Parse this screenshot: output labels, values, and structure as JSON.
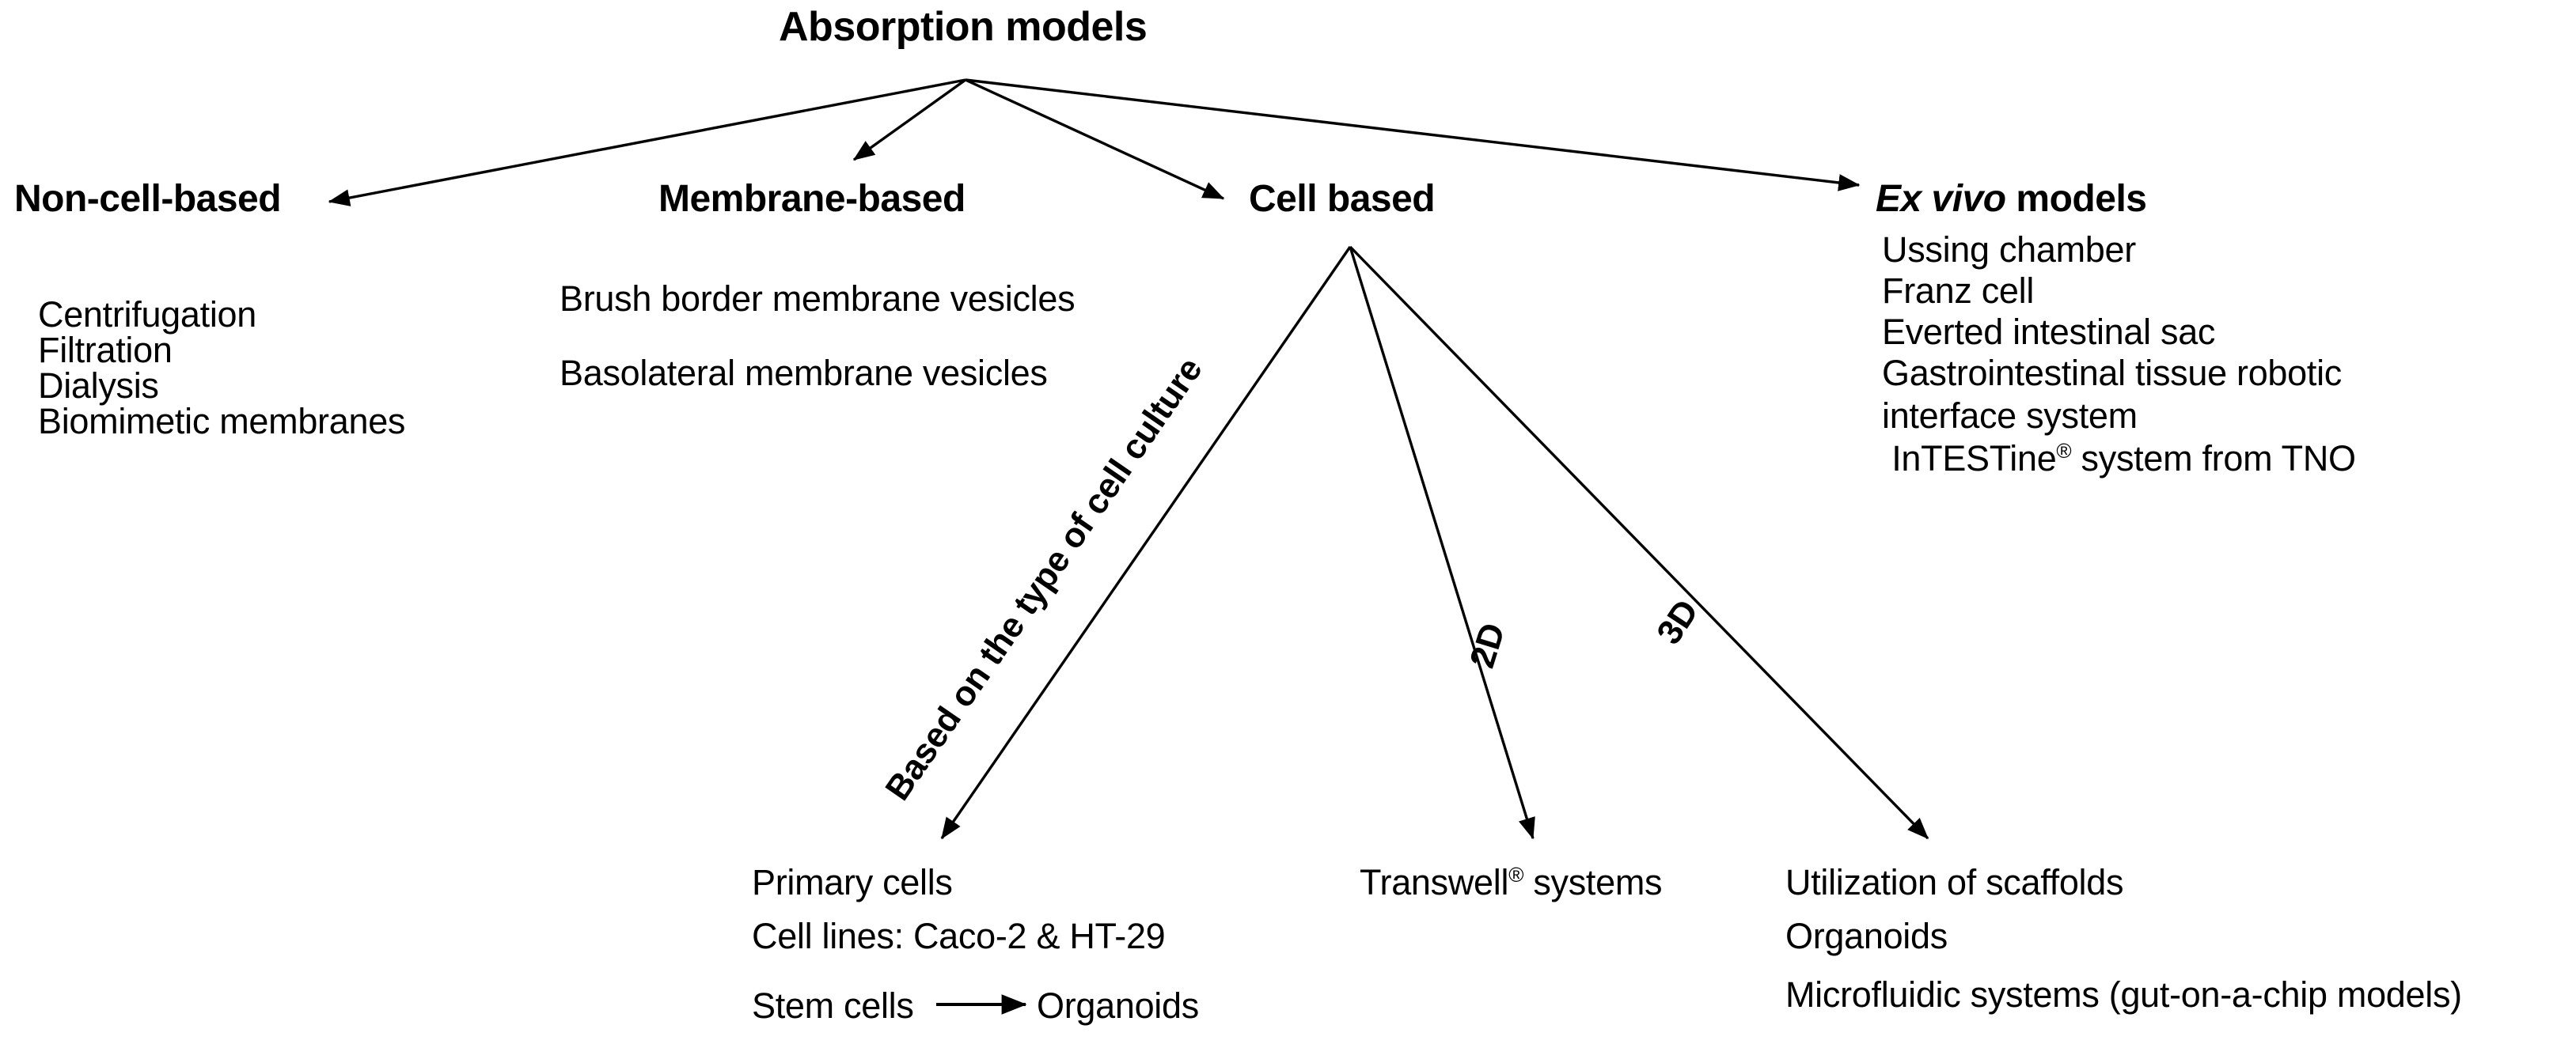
{
  "diagram": {
    "root": {
      "label": "Absorption models"
    },
    "branches": [
      {
        "id": "non-cell-based",
        "label": "Non-cell-based",
        "items": [
          "Centrifugation",
          "Filtration",
          "Dialysis",
          "Biomimetic membranes"
        ]
      },
      {
        "id": "membrane-based",
        "label": "Membrane-based",
        "items": [
          "Brush border membrane vesicles",
          "Basolateral membrane vesicles"
        ]
      },
      {
        "id": "cell-based",
        "label": "Cell based",
        "items": []
      },
      {
        "id": "ex-vivo-models",
        "label_italic": "Ex vivo",
        "label_rest": " models",
        "items": [
          "Ussing chamber",
          "Franz cell",
          "Everted intestinal sac",
          "Gastrointestinal tissue robotic",
          "interface system",
          " InTESTine® system from TNO"
        ]
      }
    ],
    "cell_based_children": [
      {
        "id": "culture-type",
        "edge_label": "Based on the type of cell culture",
        "items_raw": [
          "Primary cells",
          "Cell lines: Caco-2 & HT-29",
          "Stem cells",
          "Organoids"
        ],
        "items": [
          "Primary cells",
          "Cell lines: Caco-2 & HT-29"
        ],
        "stem_cells_label": "Stem cells",
        "organoids_label": "Organoids"
      },
      {
        "id": "two-d",
        "edge_label": "2D",
        "items": [
          "Transwell® systems"
        ]
      },
      {
        "id": "three-d",
        "edge_label": "3D",
        "items": [
          "Utilization of scaffolds",
          "Organoids",
          "Microfluidic systems (gut-on-a-chip models)"
        ]
      }
    ],
    "colors": {
      "ink": "#000000",
      "background": "#ffffff"
    }
  }
}
